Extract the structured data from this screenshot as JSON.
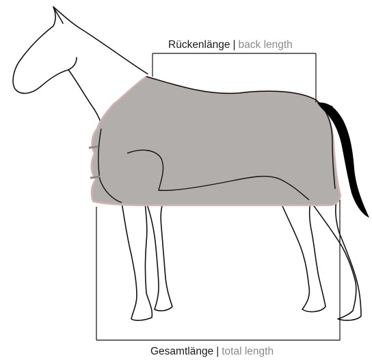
{
  "labels": {
    "back_length": {
      "de": "Rückenlänge",
      "sep": "|",
      "en": "back length"
    },
    "total_length": {
      "de": "Gesamtlänge",
      "sep": "|",
      "en": "total length"
    }
  },
  "colors": {
    "outline": "#111111",
    "rug_fill": "#b2aeac",
    "rug_trim": "#d2b4b4",
    "tail": "#000000",
    "english_text": "#8a8a8a"
  }
}
